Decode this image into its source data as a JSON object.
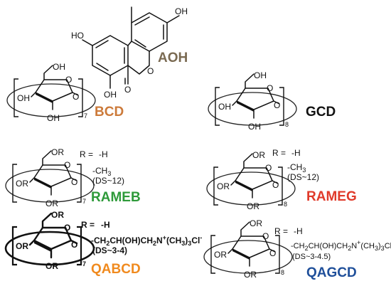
{
  "aoh": {
    "name": "AOH",
    "color": "#7a6a52",
    "oh_top": "OH",
    "oh_left": "HO",
    "oh_bottom": "OH",
    "o_ring": "O",
    "o_keto": "O"
  },
  "bcd": {
    "name": "BCD",
    "color": "#cc7a3a",
    "oh_ch2": "OH",
    "oh_left": "OH",
    "oh_bottom": "OH",
    "o_ring": "O",
    "o_link": "O",
    "n": "7"
  },
  "gcd": {
    "name": "GCD",
    "color": "#111111",
    "oh_ch2": "OH",
    "oh_left": "OH",
    "oh_bottom": "OH",
    "o_ring": "O",
    "o_link": "O",
    "n": "8"
  },
  "rameb": {
    "name": "RAMEB",
    "color": "#2e9a3a",
    "or_ch2": "OR",
    "or_left": "OR",
    "or_bottom": "OR",
    "o_ring": "O",
    "o_link": "O",
    "n": "7",
    "r_eq": "R =",
    "r1": "-H",
    "r2": "-CH",
    "r2_sub": "3",
    "ds": "(DS~12)"
  },
  "rameg": {
    "name": "RAMEG",
    "color": "#e03a2a",
    "or_ch2": "OR",
    "or_left": "OR",
    "or_bottom": "OR",
    "o_ring": "O",
    "o_link": "O",
    "n": "8",
    "r_eq": "R =",
    "r1": "-H",
    "r2": "-CH",
    "r2_sub": "3",
    "ds": "(DS~12)"
  },
  "qabcd": {
    "name": "QABCD",
    "color": "#f08a1e",
    "or_ch2": "OR",
    "or_left": "OR",
    "or_bottom": "OR",
    "o_ring": "O",
    "o_link": "O",
    "n": "7",
    "r_eq": "R =",
    "r1": "-H",
    "r2_a": "-CH",
    "r2_a_sub": "2",
    "r2_b": "CH(OH)CH",
    "r2_b_sub": "2",
    "r2_c": "N",
    "r2_c_sup": "+",
    "r2_d": "(CH",
    "r2_d_sub": "3",
    "r2_e": ")",
    "r2_e_sub": "3",
    "r2_f": "Cl",
    "r2_f_sup": "-",
    "ds": "(DS~3-4)"
  },
  "qagcd": {
    "name": "QAGCD",
    "color": "#1f4f9a",
    "or_ch2": "OR",
    "or_left": "OR",
    "or_bottom": "OR",
    "o_ring": "O",
    "o_link": "O",
    "n": "8",
    "r_eq": "R =",
    "r1": "-H",
    "r2_a": "-CH",
    "r2_a_sub": "2",
    "r2_b": "CH(OH)CH",
    "r2_b_sub": "2",
    "r2_c": "N",
    "r2_c_sup": "+",
    "r2_d": "(CH",
    "r2_d_sub": "3",
    "r2_e": ")",
    "r2_e_sub": "3",
    "r2_f": "Cl",
    "r2_f_sup": "-",
    "ds": "(DS~3-4.5)"
  }
}
